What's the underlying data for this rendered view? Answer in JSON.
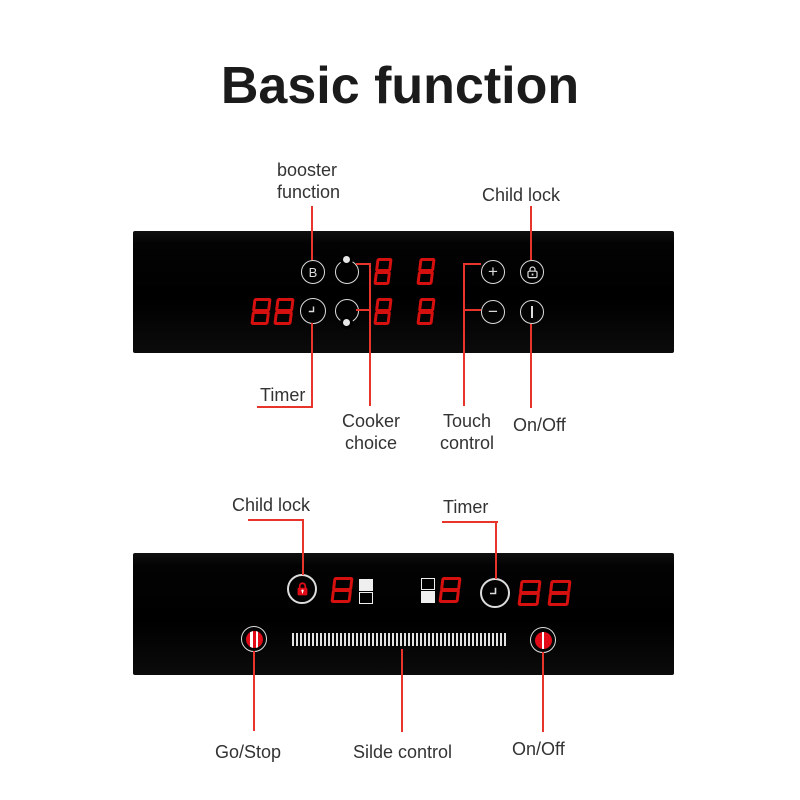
{
  "title": "Basic function",
  "colors": {
    "background": "#ffffff",
    "panel_black": "#050505",
    "leader_red": "#e8352b",
    "digit_red": "#d5100e",
    "icon_white": "#dcdcdc",
    "lock_red": "#e30b17",
    "label_text": "#333333",
    "title_text": "#1b1b1b"
  },
  "p1": {
    "label_booster": "booster function",
    "label_child_lock": "Child lock",
    "label_timer": "Timer",
    "label_cooker": "Cooker choice",
    "label_touch": "Touch control",
    "label_onoff": "On/Off",
    "btn_booster": "B",
    "btn_plus": "+",
    "btn_minus": "−",
    "digits_timer": "88",
    "digit_zone_top_left": "8",
    "digit_zone_top_right": "8",
    "digit_zone_bottom_left": "8",
    "digit_zone_bottom_right": "8",
    "icons": [
      "booster-b-icon",
      "cooker-zone-top-icon",
      "plus-icon",
      "child-lock-icon",
      "timer-clock-icon",
      "cooker-zone-bottom-icon",
      "minus-icon",
      "power-icon"
    ]
  },
  "p2": {
    "label_child_lock": "Child lock",
    "label_timer": "Timer",
    "label_gostop": "Go/Stop",
    "label_slide": "Silde control",
    "label_onoff": "On/Off",
    "digit_left": "8",
    "digit_right": "8",
    "digits_timer": "88",
    "slider_bar_count": 54,
    "icons": [
      "child-lock-icon",
      "zone-indicator-left-icon",
      "zone-indicator-right-icon",
      "timer-clock-icon",
      "go-stop-pause-icon",
      "slide-control-bars-icon",
      "power-icon"
    ]
  }
}
